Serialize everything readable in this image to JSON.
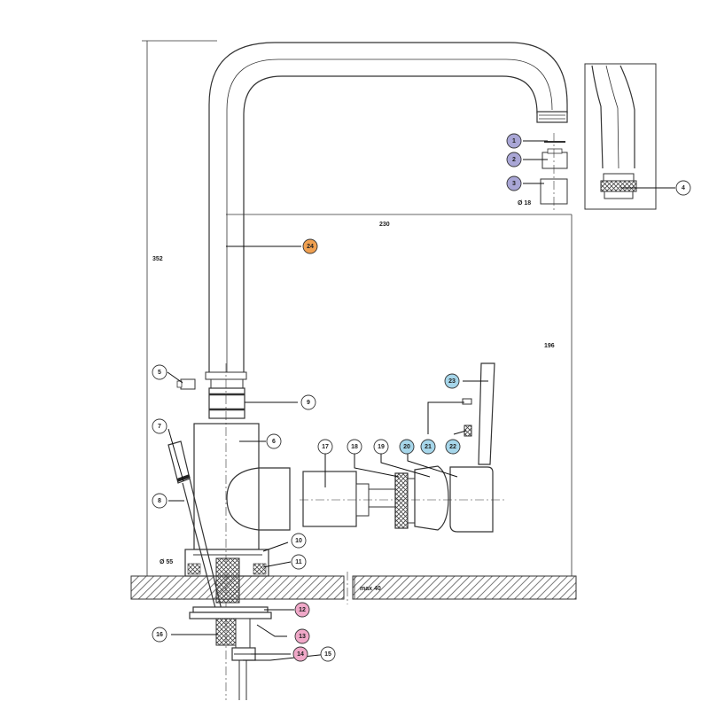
{
  "colors": {
    "orange": "#f0a050",
    "purple": "#a9a6d6",
    "blue": "#a6d6ea",
    "pink": "#f0a8c8",
    "white": "#ffffff",
    "line": "#333333"
  },
  "callouts": [
    {
      "id": "c1",
      "label": "1",
      "color": "purple"
    },
    {
      "id": "c2",
      "label": "2",
      "color": "purple"
    },
    {
      "id": "c3",
      "label": "3",
      "color": "purple"
    },
    {
      "id": "c4",
      "label": "4",
      "color": "white"
    },
    {
      "id": "c5",
      "label": "5",
      "color": "white"
    },
    {
      "id": "c6",
      "label": "6",
      "color": "white"
    },
    {
      "id": "c7",
      "label": "7",
      "color": "white"
    },
    {
      "id": "c8",
      "label": "8",
      "color": "white"
    },
    {
      "id": "c9",
      "label": "9",
      "color": "white"
    },
    {
      "id": "c10",
      "label": "10",
      "color": "white"
    },
    {
      "id": "c11",
      "label": "11",
      "color": "white"
    },
    {
      "id": "c12",
      "label": "12",
      "color": "pink"
    },
    {
      "id": "c13",
      "label": "13",
      "color": "pink"
    },
    {
      "id": "c14",
      "label": "14",
      "color": "pink"
    },
    {
      "id": "c15",
      "label": "15",
      "color": "white"
    },
    {
      "id": "c16",
      "label": "16",
      "color": "white"
    },
    {
      "id": "c17",
      "label": "17",
      "color": "white"
    },
    {
      "id": "c18",
      "label": "18",
      "color": "white"
    },
    {
      "id": "c19",
      "label": "19",
      "color": "white"
    },
    {
      "id": "c20",
      "label": "20",
      "color": "blue"
    },
    {
      "id": "c21",
      "label": "21",
      "color": "blue"
    },
    {
      "id": "c22",
      "label": "22",
      "color": "blue"
    },
    {
      "id": "c23",
      "label": "23",
      "color": "blue"
    },
    {
      "id": "c24",
      "label": "24",
      "color": "orange"
    }
  ],
  "dimensions": {
    "height_total": "352",
    "reach": "230",
    "spout_height": "196",
    "diam_outlet": "Ø 18",
    "diam_base": "Ø 55",
    "counter_thickness": "max 40"
  }
}
